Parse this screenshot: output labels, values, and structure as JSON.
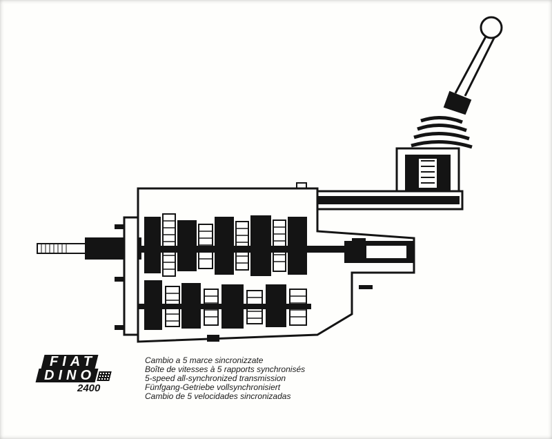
{
  "logo": {
    "brand": "FIAT",
    "model_name": "DINO",
    "model_number": "2400"
  },
  "captions": [
    "Cambio a 5 marce sincronizzate",
    "Boîte de vitesses à 5 rapports synchronisés",
    "5-speed all-synchronized transmission",
    "Fünfgang-Getriebe vollsynchronisiert",
    "Cambio de 5 velocidades sincronizadas"
  ],
  "illustration": {
    "subject": "gearbox-cutaway",
    "colors": {
      "ink": "#141414",
      "paper": "#fefefc"
    }
  }
}
